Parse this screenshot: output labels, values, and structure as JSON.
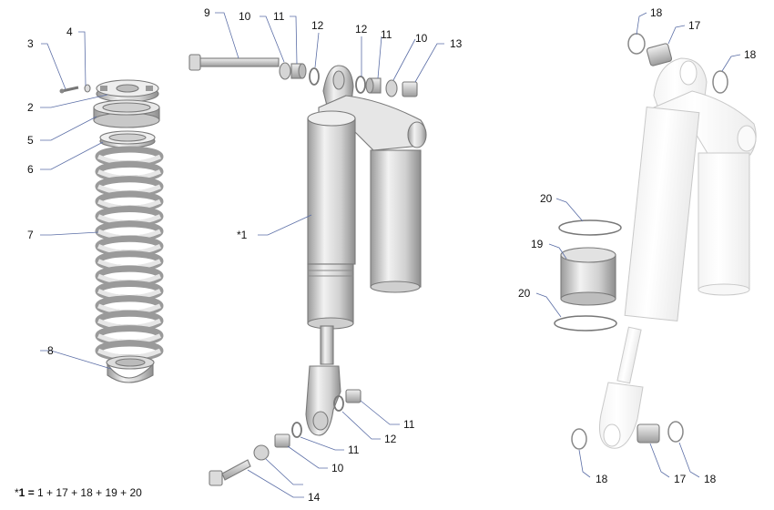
{
  "callouts": {
    "c3": "3",
    "c4": "4",
    "c2": "2",
    "c5": "5",
    "c6": "6",
    "c7": "7",
    "c8": "8",
    "c9": "9",
    "c10a": "10",
    "c11a": "11",
    "c12a": "12",
    "c12b": "12",
    "c11b": "11",
    "c10b": "10",
    "c13": "13",
    "c1": "*1",
    "c11c": "11",
    "c12c": "12",
    "c11d": "11",
    "c10c": "10",
    "c14": "14",
    "c18a": "18",
    "c17a": "17",
    "c18b": "18",
    "c20a": "20",
    "c19": "19",
    "c20b": "20",
    "c18c": "18",
    "c17b": "17",
    "c18d": "18"
  },
  "legend": {
    "prefix": "*",
    "key": "1",
    "equals": " = ",
    "expr": "1 + 17 + 18 + 19 + 20"
  }
}
